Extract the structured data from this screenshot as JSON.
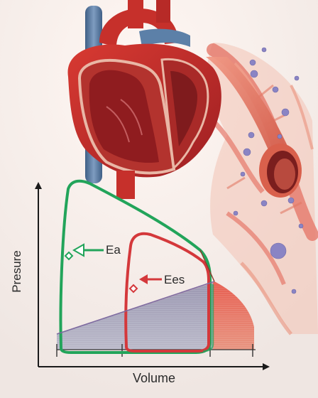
{
  "diagram": {
    "x_axis_label": "Volume",
    "y_axis_label": "Presure",
    "annotations": {
      "arterial_elastance": "Ea",
      "end_systolic_elastance": "Ees"
    },
    "loops": [
      {
        "name": "green-loop",
        "color": "#22a45a"
      },
      {
        "name": "red-loop",
        "color": "#d4383b"
      }
    ],
    "colors": {
      "heart": "#c62828",
      "vena_cava": "#5a7fa6",
      "vessel": "#e0705a",
      "particles": "#8a84c4",
      "axis": "#1a1a1a",
      "red_fill": "#e85a4a",
      "blue_fill": "#7f93b6"
    }
  }
}
